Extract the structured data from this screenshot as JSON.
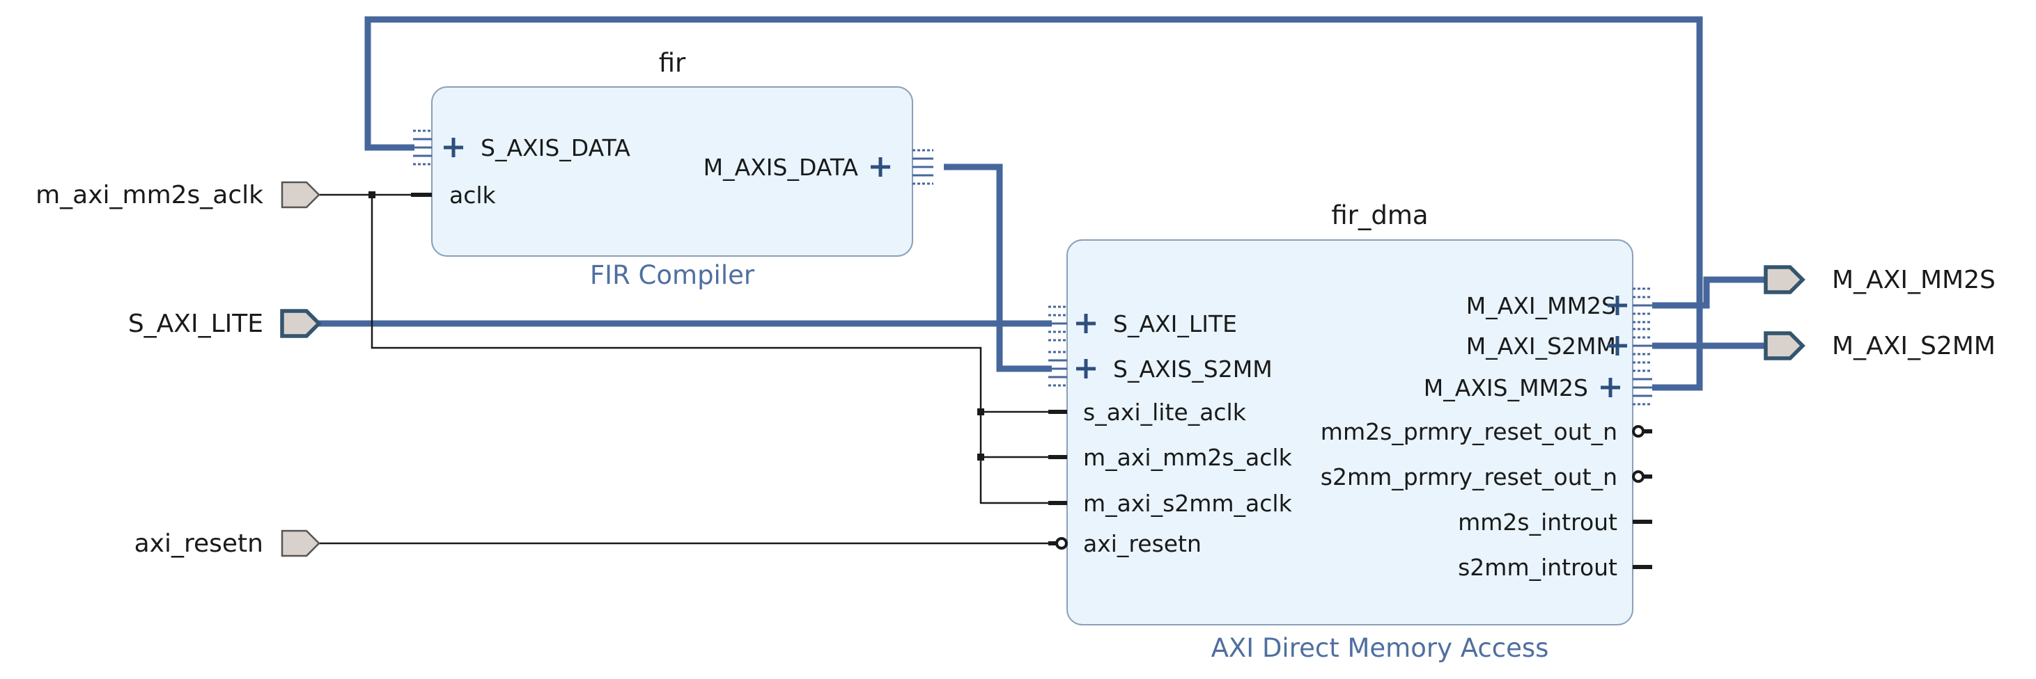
{
  "external_ports": {
    "m_axi_mm2s_aclk": "m_axi_mm2s_aclk",
    "s_axi_lite": "S_AXI_LITE",
    "axi_resetn": "axi_resetn",
    "m_axi_mm2s": "M_AXI_MM2S",
    "m_axi_s2mm": "M_AXI_S2MM"
  },
  "fir": {
    "instance": "fir",
    "ip_name": "FIR Compiler",
    "ports": {
      "s_axis_data": "S_AXIS_DATA",
      "aclk": "aclk",
      "m_axis_data": "M_AXIS_DATA"
    }
  },
  "fir_dma": {
    "instance": "fir_dma",
    "ip_name": "AXI Direct Memory Access",
    "left_ports": {
      "s_axi_lite": "S_AXI_LITE",
      "s_axis_s2mm": "S_AXIS_S2MM",
      "s_axi_lite_aclk": "s_axi_lite_aclk",
      "m_axi_mm2s_aclk": "m_axi_mm2s_aclk",
      "m_axi_s2mm_aclk": "m_axi_s2mm_aclk",
      "axi_resetn": "axi_resetn"
    },
    "right_ports": {
      "m_axi_mm2s": "M_AXI_MM2S",
      "m_axi_s2mm": "M_AXI_S2MM",
      "m_axis_mm2s": "M_AXIS_MM2S",
      "mm2s_prmry_reset_out_n": "mm2s_prmry_reset_out_n",
      "s2mm_prmry_reset_out_n": "s2mm_prmry_reset_out_n",
      "mm2s_introut": "mm2s_introut",
      "s2mm_introut": "s2mm_introut"
    }
  },
  "colors": {
    "bus": "#46679c",
    "block_fill": "#e9f4fc",
    "block_border": "#8aa0b8",
    "ip_label": "#4f6fa0",
    "port_fill": "#d9d2cc"
  }
}
